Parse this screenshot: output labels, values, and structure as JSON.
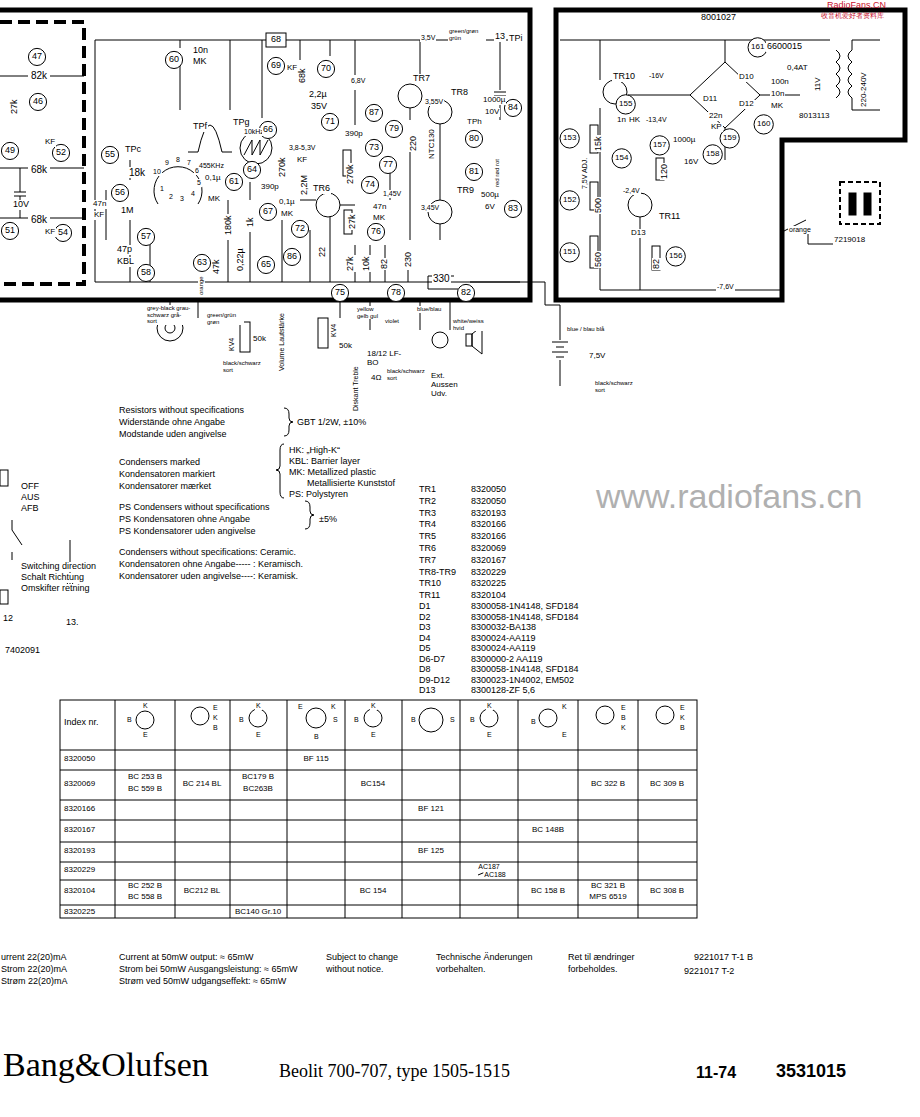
{
  "diagram": {
    "labels": [
      "RadioFans.CN",
      "收音机爱好者资料库",
      "www.radiofans.cn",
      "8001027",
      "47",
      "82k",
      "27k",
      "46",
      "49",
      "KF",
      "52",
      "68k",
      "10V",
      "68k",
      "KF",
      "51",
      "54",
      "60",
      "10n",
      "MK",
      "68",
      "69",
      "KF",
      "68k",
      "70",
      "TPf",
      "455KHz",
      "10kHz",
      "55",
      "TPc",
      "18k",
      "56",
      "47n",
      "KF",
      "1M",
      "57",
      "47p",
      "KBL",
      "58",
      "10",
      "9",
      "8",
      "7",
      "6",
      "5",
      "4",
      "3",
      "2",
      "1",
      "TPg",
      "66",
      "0,1µ",
      "MK",
      "61",
      "64",
      "180k",
      "1k",
      "67",
      "65",
      "47k",
      "0,22µ",
      "390p",
      "270k",
      "KF",
      "2,2M",
      "0,1µ",
      "MK",
      "TR6",
      "72",
      "86",
      "22",
      "3,8-5,3V",
      "63",
      "2,2µ",
      "35V",
      "71",
      "6,8V",
      "87",
      "390p",
      "79",
      "73",
      "270k",
      "77",
      "74",
      "1,45V",
      "27k",
      "47n",
      "MK",
      "76",
      "27k",
      "10k",
      "82",
      "75",
      "78",
      "330",
      "82",
      "TR7",
      "3,5V",
      "green/grøn grün",
      "13",
      "TPi",
      "TPh",
      "TR8",
      "3,55V",
      "220",
      "NTC130",
      "80",
      "1000µ",
      "10V",
      "84",
      "81",
      "red rød rot",
      "TR9",
      "3,45V",
      "500µ",
      "6V",
      "83",
      "230",
      "TR10",
      "-16V",
      "155",
      "1n",
      "HK",
      "-13,4V",
      "D10",
      "D11",
      "D12",
      "161",
      "6600015",
      "0,4AT",
      "11V",
      "MK",
      "100n",
      "10n",
      "160",
      "220-240V",
      "8013113",
      "22n",
      "KP",
      "159",
      "1000µ",
      "16V",
      "158",
      "157",
      "154",
      "120",
      "153",
      "15k",
      "7,5V ADJ.",
      "152",
      "500",
      "-2,4V",
      "TR11",
      "D13",
      "151",
      "560",
      "82",
      "156",
      "-7,6V",
      "orange",
      "7219018",
      "grey-black grau-schwarz grå-sort",
      "orange",
      "green/grün grøn",
      "KV4",
      "50k",
      "Volume Lautstärke",
      "black/schwarz sort",
      "KV4",
      "50k",
      "yellow gelb gul",
      "violet",
      "blue/blau",
      "white/weiss hvid",
      "18/12 LF-BO",
      "4Ω",
      "black/schwarz sort",
      "Diskant Treble",
      "Ext. Aussen Udv.",
      "blue / blau blå",
      "7,5V",
      "black/schwarz sort",
      "Resistors without specifications",
      "Widerstände ohne Angabe",
      "Modstande uden angivelse",
      "GBT 1/2W, ±10%",
      "Condensers marked",
      "Kondensatoren markiert",
      "Kondensatorer mærket",
      "HK: „High-K“",
      "KBL: Barrier layer",
      "MK: Metallized plastic",
      "Metallisierte Kunststof",
      "PS: Polystyren",
      "PS Condensers without specifications",
      "PS Kondensatoren ohne Angabe",
      "PS Kondensatorer uden angivelse",
      "±5%",
      "Condensers without specifications: Ceramic.",
      "Kondensatoren ohne Angabe----- : Keramisch.",
      "Kondensatorer uden angivelse----: Keramisk.",
      "OFF",
      "AUS",
      "AFB",
      "Switching direction",
      "Schalt Richtung",
      "Omskifter retning",
      "12",
      "13.",
      "7402091",
      "TR1",
      "8320050",
      "TR2",
      "8320050",
      "TR3",
      "8320193",
      "TR4",
      "8320166",
      "TR5",
      "8320166",
      "TR6",
      "8320069",
      "TR7",
      "8320167",
      "TR8-TR9",
      "8320229",
      "TR10",
      "8320225",
      "TR11",
      "8320104",
      "D1",
      "8300058-1N4148, SFD184",
      "D2",
      "8300058-1N4148, SFD184",
      "D3",
      "8300032-BA138",
      "D4",
      "8300024-AA119",
      "D5",
      "8300024-AA119",
      "D6-D7",
      "8300000-2 AA119",
      "D8",
      "8300058-1N4148, SFD184",
      "D9-D12",
      "8300023-1N4002, EM502",
      "D13",
      "8300128-ZF 5,6",
      "Index nr.",
      "K",
      "B",
      "E",
      "E",
      "K",
      "B",
      "K",
      "B",
      "E",
      "E",
      "K",
      "S",
      "B",
      "K",
      "B",
      "E",
      "B",
      "S",
      "K",
      "B",
      "E",
      "K",
      "B",
      "E",
      "E",
      "B",
      "K",
      "E",
      "K",
      "B",
      "8320050",
      "8320069",
      "8320166",
      "8320167",
      "8320193",
      "8320229",
      "8320104",
      "8320225",
      "BF 115",
      "BC 253 B",
      "BC 559 B",
      "BC 214 BL",
      "BC179 B",
      "BC263B",
      "BC154",
      "BC 322 B",
      "BC 309 B",
      "BF 121",
      "BC 148B",
      "BF 125",
      "AC187",
      "AC188",
      "BC 252 B",
      "BC 558 B",
      "BC212 BL",
      "BC 154",
      "BC 158 B",
      "BC 321 B",
      "MPS 6519",
      "BC 308 B",
      "BC140 Gr.10",
      "urrent 22(20)mA",
      "Strom 22(20)mA",
      "Strøm 22(20)mA",
      "Current at 50mW output: ≈ 65mW",
      "Strom bei 50mW Ausgangsleistung: ≈ 65mW",
      "Strøm ved 50mW udgangseffekt: ≈ 65mW",
      "Subject to change",
      "without notice.",
      "Technische Änderungen",
      "vorbehalten.",
      "Ret til ændringer",
      "forbeholdes.",
      "9221017 T-1 B",
      "9221017 T-2",
      "Bang&Olufsen",
      "Beolit 700-707, type 1505-1515",
      "11-74",
      "3531015"
    ]
  }
}
